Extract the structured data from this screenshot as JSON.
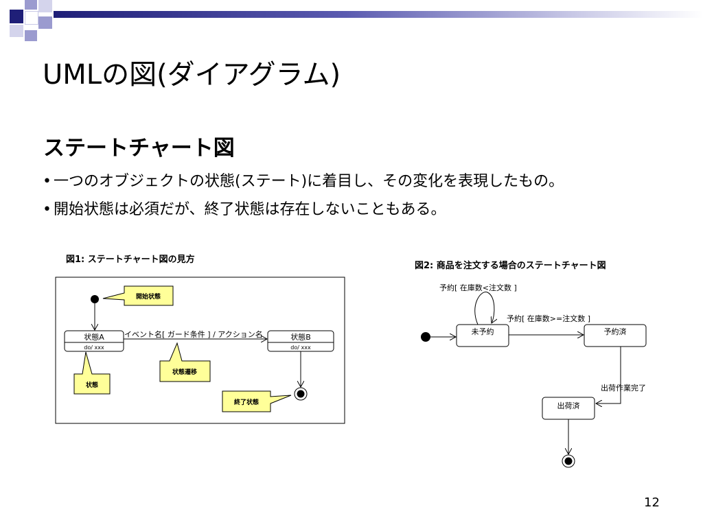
{
  "slide": {
    "title": "UMLの図(ダイアグラム)",
    "section_heading": "ステートチャート図",
    "bullets": [
      "一つのオブジェクトの状態(ステート)に着目し、その変化を表現したもの。",
      "開始状態は必須だが、終了状態は存在しないこともある。"
    ],
    "page_number": "12"
  },
  "figure1": {
    "caption": "図1: ステートチャート図の見方",
    "state_a": {
      "name": "状態A",
      "activity": "do/ xxx"
    },
    "state_b": {
      "name": "状態B",
      "activity": "do/ xxx"
    },
    "transition_label": "イベント名[ ガード条件 ] / アクション名",
    "callouts": {
      "start": "開始状態",
      "state": "状態",
      "transition": "状態遷移",
      "end": "終了状態"
    }
  },
  "figure2": {
    "caption": "図2: 商品を注文する場合のステートチャート図",
    "states": {
      "unreserved": "未予約",
      "reserved": "予約済",
      "shipped": "出荷済"
    },
    "transitions": {
      "self_loop": "予約[ 在庫数<注文数 ]",
      "reserve": "予約[ 在庫数>=注文数 ]",
      "ship": "出荷作業完了"
    }
  },
  "colors": {
    "accent_dark": "#1f1f78",
    "accent_light": "#9b9bcf",
    "callout_fill": "#ffff99"
  }
}
